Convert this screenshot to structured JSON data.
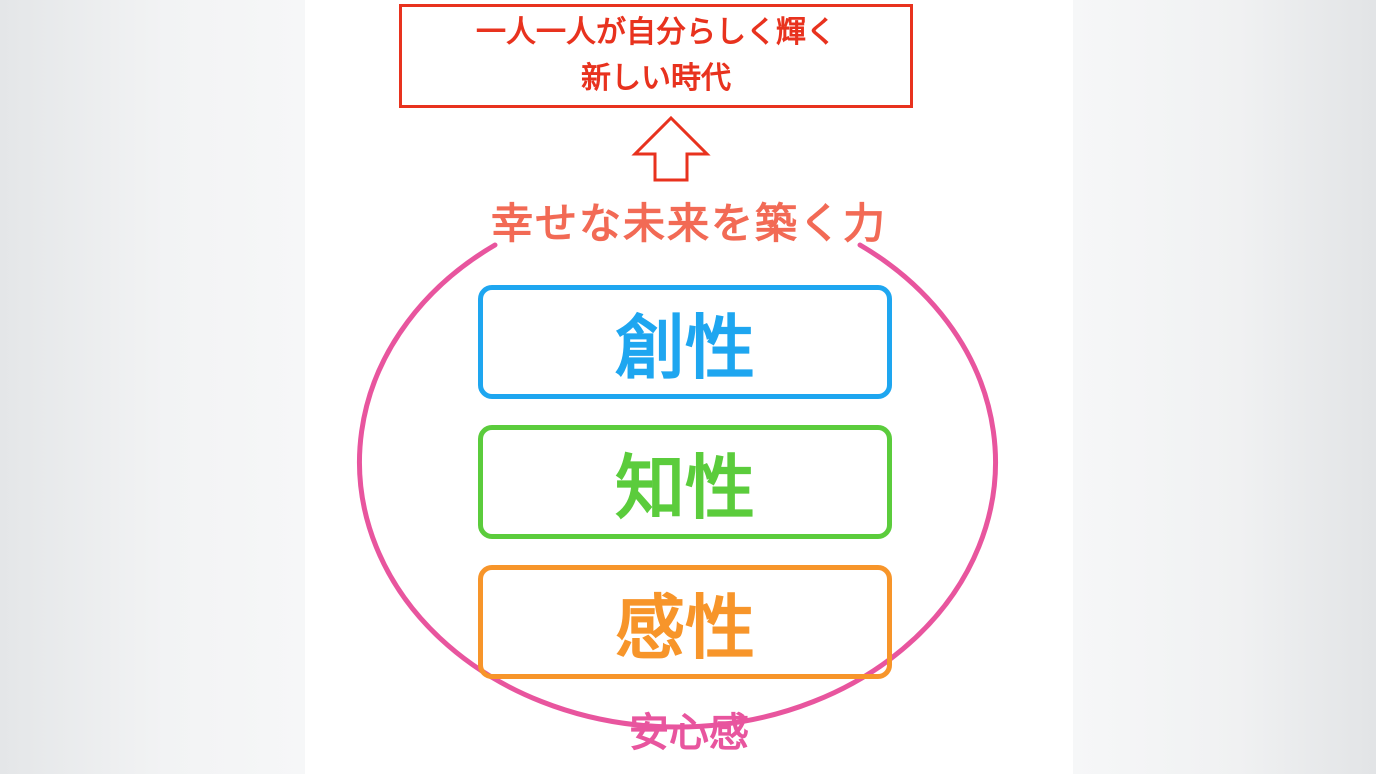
{
  "goal": {
    "line1": "一人一人が自分らしく輝く",
    "line2": "新しい時代"
  },
  "power_label": "幸せな未来を築く力",
  "pillars": [
    {
      "label": "創性",
      "color": "#1ea6f0"
    },
    {
      "label": "知性",
      "color": "#5bcc3c"
    },
    {
      "label": "感性",
      "color": "#f7952a"
    }
  ],
  "foundation_label": "安心感",
  "colors": {
    "goal": "#e8321e",
    "power": "#f26a55",
    "circle": "#e8559e"
  }
}
